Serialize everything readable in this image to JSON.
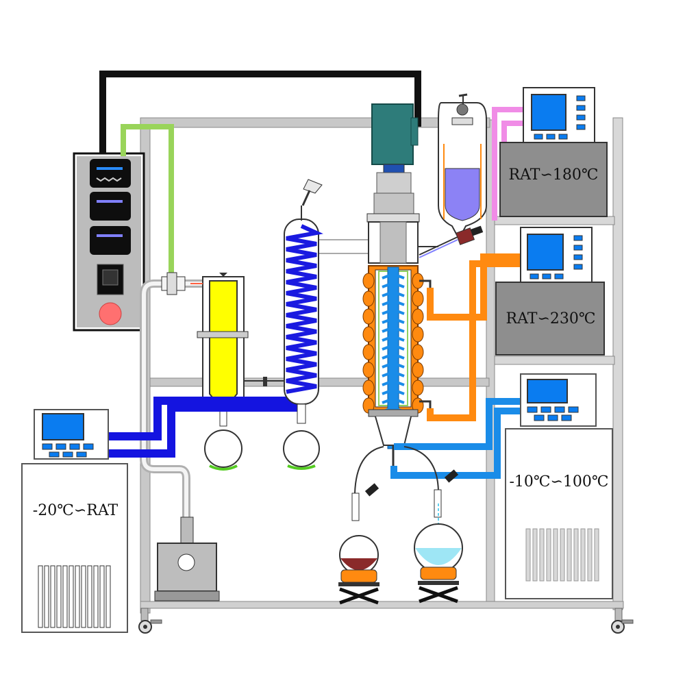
{
  "labels": {
    "heater_top": "RAT∽180℃",
    "heater_mid": "RAT∽230℃",
    "circulator_right": "-10℃∽100℃",
    "chiller_left": "-20℃∽RAT"
  },
  "colors": {
    "frame": "#c8c8c8",
    "cable": "#111111",
    "green_line": "#99d45a",
    "pink_line": "#f08ce6",
    "orange_line": "#ff8a10",
    "blue_line": "#1a8ce8",
    "dark_blue_line": "#1414e0",
    "screen": "#0a7cf0",
    "motor": "#2e7c7a",
    "yellow_trap": "#ffff00",
    "feed_liquid": "#8c82f5",
    "residue": "#8a2a2a",
    "distillate": "#9ee6f5"
  }
}
